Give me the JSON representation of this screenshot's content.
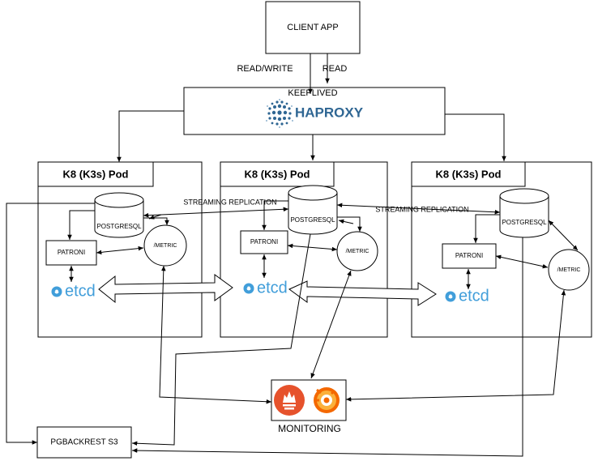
{
  "client": {
    "label": "CLIENT APP"
  },
  "edges": {
    "read_write": "READ/WRITE",
    "read": "READ"
  },
  "lb": {
    "keeplived": "KEEPLIVED",
    "haproxy": "HAPROXY",
    "haproxy_color": "#2f6693"
  },
  "pods": [
    {
      "title": "K8 (K3s) Pod",
      "postgres": "POSTGRESQL",
      "patroni": "PATRONI",
      "metric": "/METRIC",
      "etcd": "etcd"
    },
    {
      "title": "K8 (K3s) Pod",
      "postgres": "POSTGRESQL",
      "patroni": "PATRONI",
      "metric": "/METRIC",
      "etcd": "etcd"
    },
    {
      "title": "K8 (K3s) Pod",
      "postgres": "POSTGRESQL",
      "patroni": "PATRONI",
      "metric": "/METRIC",
      "etcd": "etcd"
    }
  ],
  "replication": {
    "label_1": "STREAMING REPLICATION",
    "label_2": "STREAMING REPLICATION"
  },
  "monitoring": {
    "label": "MONITORING",
    "prometheus_color": "#e6522c",
    "grafana_color": "#f46800"
  },
  "backup": {
    "label": "PGBACKREST S3"
  },
  "colors": {
    "etcd": "#419eda"
  }
}
